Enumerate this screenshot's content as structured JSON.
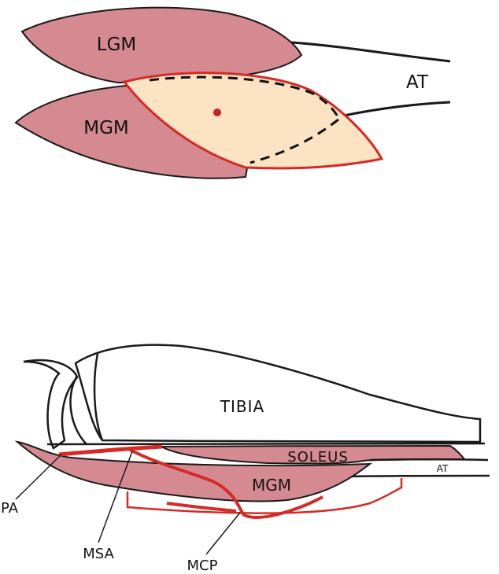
{
  "top_diagram": {
    "labels": {
      "lgm": "LGM",
      "mgm": "MGM",
      "at": "AT"
    }
  },
  "bottom_diagram": {
    "labels": {
      "tibia": "TIBIA",
      "soleus": "SOLEUS",
      "mgm": "MGM",
      "at": "AT",
      "pa": "PA",
      "msa": "MSA",
      "mcp": "MCP"
    }
  },
  "colors": {
    "muscle": "#d58a92",
    "highlight_fill": "#fbe3c3",
    "accent_red": "#d42b26",
    "outline": "#1a1a1a"
  }
}
